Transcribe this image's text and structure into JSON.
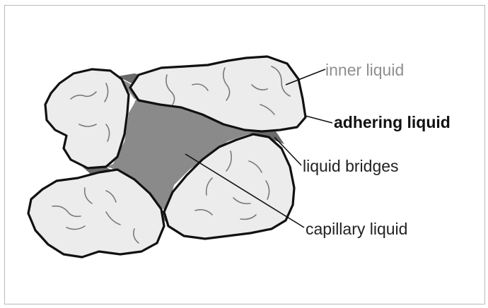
{
  "labels": {
    "inner_liquid": "inner liquid",
    "adhering_liquid": "adhering liquid",
    "liquid_bridges": "liquid bridges",
    "capillary_liquid": "capillary liquid"
  },
  "colors": {
    "particle_fill": "#ececec",
    "capillary_fill": "#8a8a8a",
    "bridge_fill": "#6a6a6a",
    "outline": "#111111",
    "crack": "#7a7a7a",
    "inner_liquid_text": "#8f8f8f",
    "text": "#222222"
  }
}
